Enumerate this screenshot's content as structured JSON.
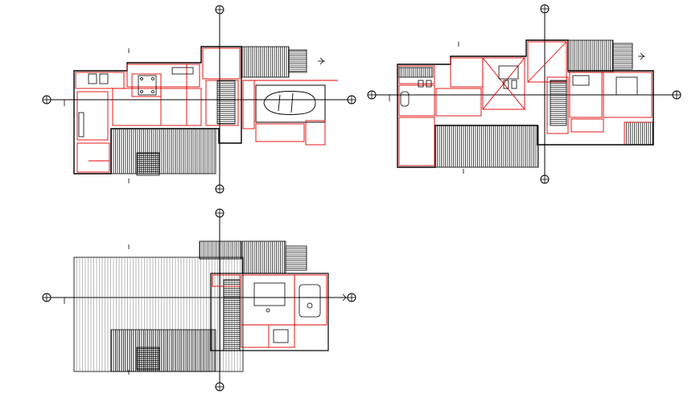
{
  "drawing": {
    "background": "#ffffff",
    "line_color": "#000000",
    "accent_color": "#e00000",
    "plans": [
      {
        "id": "ground-floor-plan"
      },
      {
        "id": "upper-floor-plan"
      },
      {
        "id": "roof-plan"
      }
    ],
    "icons": {
      "axis_marker": "section-circle-icon",
      "north": "north-arrow-icon",
      "car": "car-icon"
    }
  }
}
